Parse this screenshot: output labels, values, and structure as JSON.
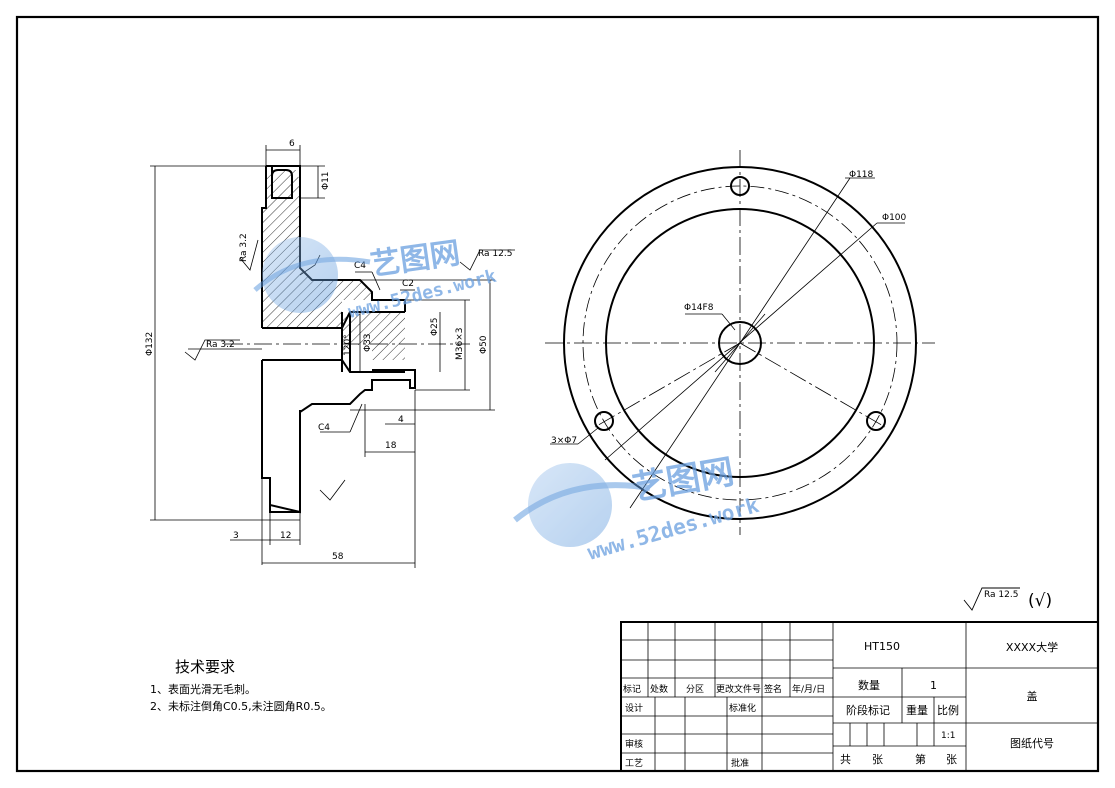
{
  "watermark": {
    "brand": "艺图网",
    "url": "www.52des.work"
  },
  "dims": {
    "d6": "6",
    "d11": "Φ11",
    "ra32a": "Ra 3.2",
    "ra125": "Ra 12.5",
    "c4a": "C4",
    "c2": "C2",
    "d25": "Φ25",
    "m36": "M36×3",
    "d50": "Φ50",
    "d132": "Φ132",
    "ra32b": "Ra 3.2",
    "a120": "120°",
    "d33": "Φ33",
    "d4": "4",
    "c4b": "C4",
    "d18": "18",
    "d3": "3",
    "d12": "12",
    "d58": "58",
    "d118": "Φ118",
    "d100": "Φ100",
    "d14": "Φ14F8",
    "d7": "3×Φ7"
  },
  "general_roughness": {
    "label": "Ra 12.5",
    "check": "(√)"
  },
  "tech_req": {
    "title": "技术要求",
    "items": [
      "1、表面光滑无毛刺。",
      "2、未标注倒角C0.5,未注圆角R0.5。"
    ]
  },
  "title_block": {
    "material": "HT150",
    "school": "XXXX大学",
    "part_name": "盖",
    "drawing_no": "图纸代号",
    "qty_label": "数量",
    "qty": "1",
    "stage": "阶段标记",
    "weight": "重量",
    "scale_label": "比例",
    "scale": "1:1",
    "total": "共",
    "sheets": "张",
    "num": "第",
    "sheet2": "张",
    "h_mark": "标记",
    "h_count": "处数",
    "h_zone": "分区",
    "h_doc": "更改文件号",
    "h_sign": "签名",
    "h_date": "年/月/日",
    "design": "设计",
    "standard": "标准化",
    "review": "审核",
    "process": "工艺",
    "approve": "批准"
  }
}
